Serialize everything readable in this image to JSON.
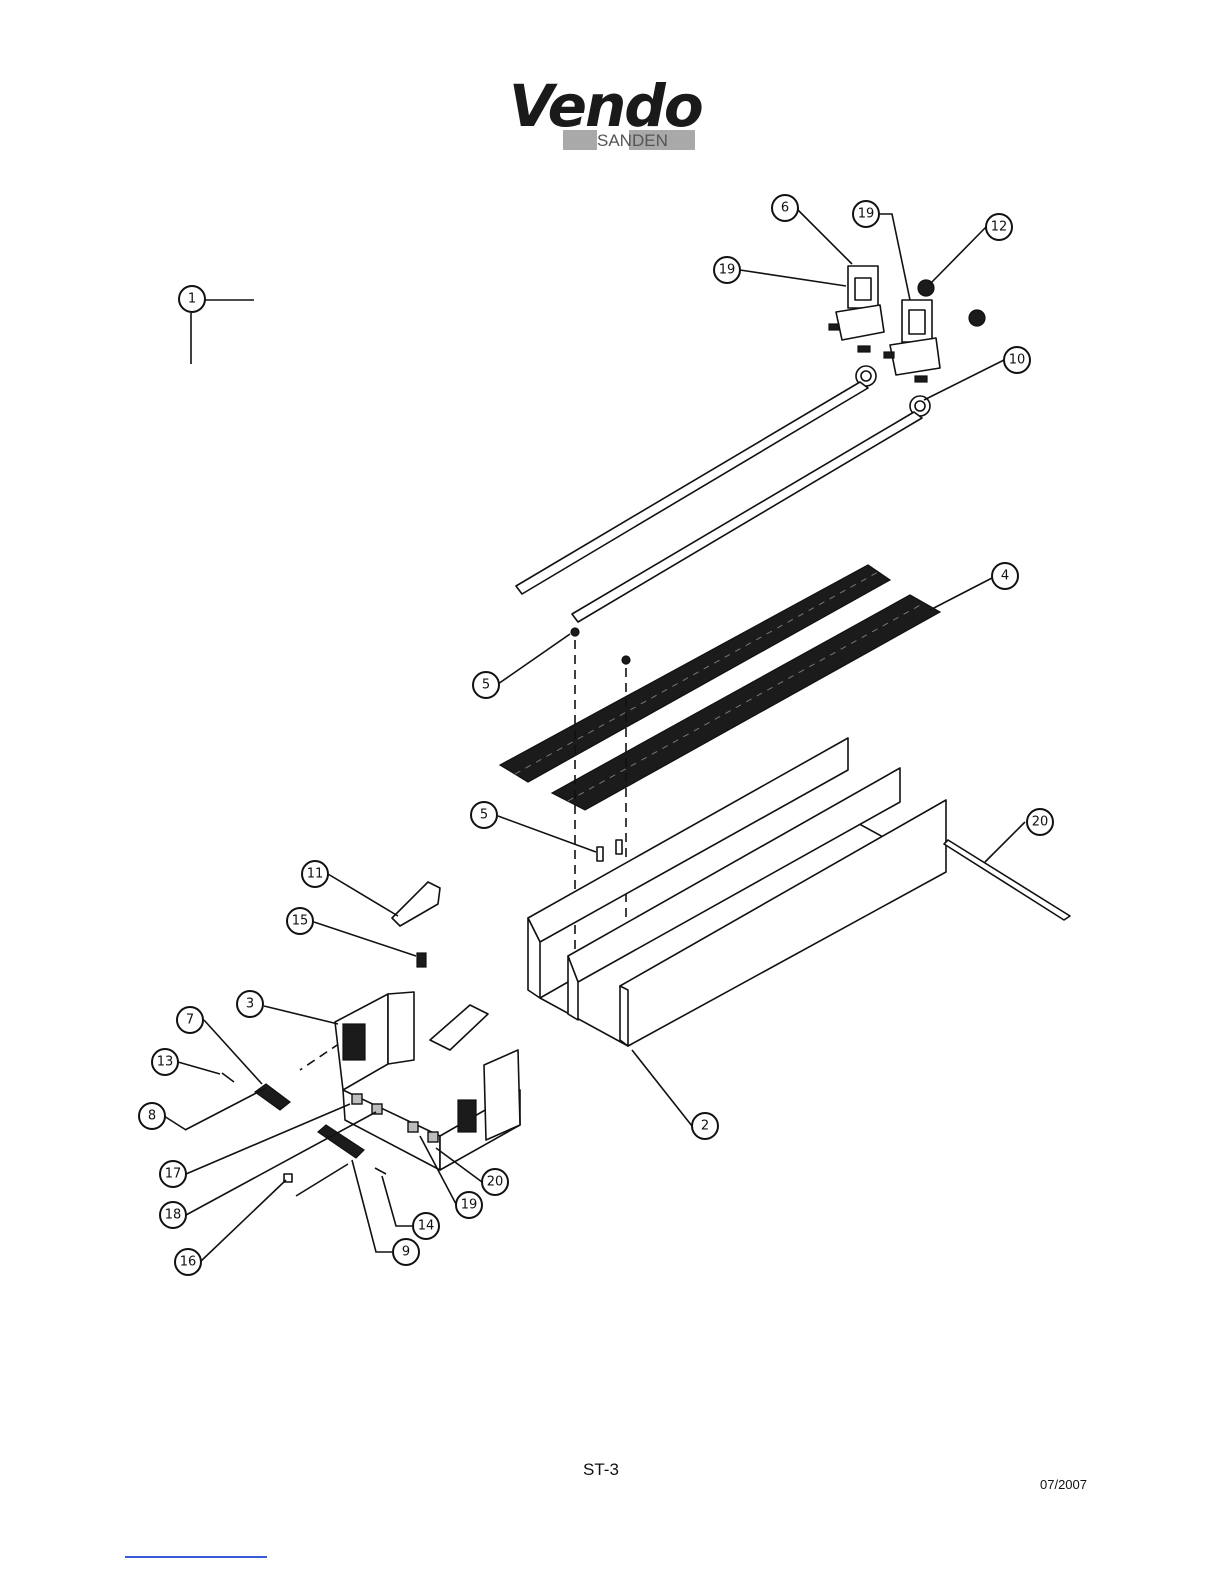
{
  "brand": {
    "name": "Vendo",
    "sub": "SANDEN"
  },
  "callouts": [
    {
      "id": "c1",
      "label": "1"
    },
    {
      "id": "c2",
      "label": "2"
    },
    {
      "id": "c3",
      "label": "3"
    },
    {
      "id": "c4",
      "label": "4"
    },
    {
      "id": "c5a",
      "label": "5"
    },
    {
      "id": "c5b",
      "label": "5"
    },
    {
      "id": "c6",
      "label": "6"
    },
    {
      "id": "c7",
      "label": "7"
    },
    {
      "id": "c8",
      "label": "8"
    },
    {
      "id": "c9",
      "label": "9"
    },
    {
      "id": "c10",
      "label": "10"
    },
    {
      "id": "c11",
      "label": "11"
    },
    {
      "id": "c12",
      "label": "12"
    },
    {
      "id": "c13",
      "label": "13"
    },
    {
      "id": "c14",
      "label": "14"
    },
    {
      "id": "c15",
      "label": "15"
    },
    {
      "id": "c16",
      "label": "16"
    },
    {
      "id": "c17",
      "label": "17"
    },
    {
      "id": "c18",
      "label": "18"
    },
    {
      "id": "c19a",
      "label": "19"
    },
    {
      "id": "c19b",
      "label": "19"
    },
    {
      "id": "c19c",
      "label": "19"
    },
    {
      "id": "c20a",
      "label": "20"
    },
    {
      "id": "c20b",
      "label": "20"
    }
  ],
  "footer": {
    "page": "ST-3",
    "date": "07/2007"
  },
  "colors": {
    "ink": "#111111",
    "logo_grey": "#a9a9a9",
    "footer_rule": "#3b5bd6"
  }
}
